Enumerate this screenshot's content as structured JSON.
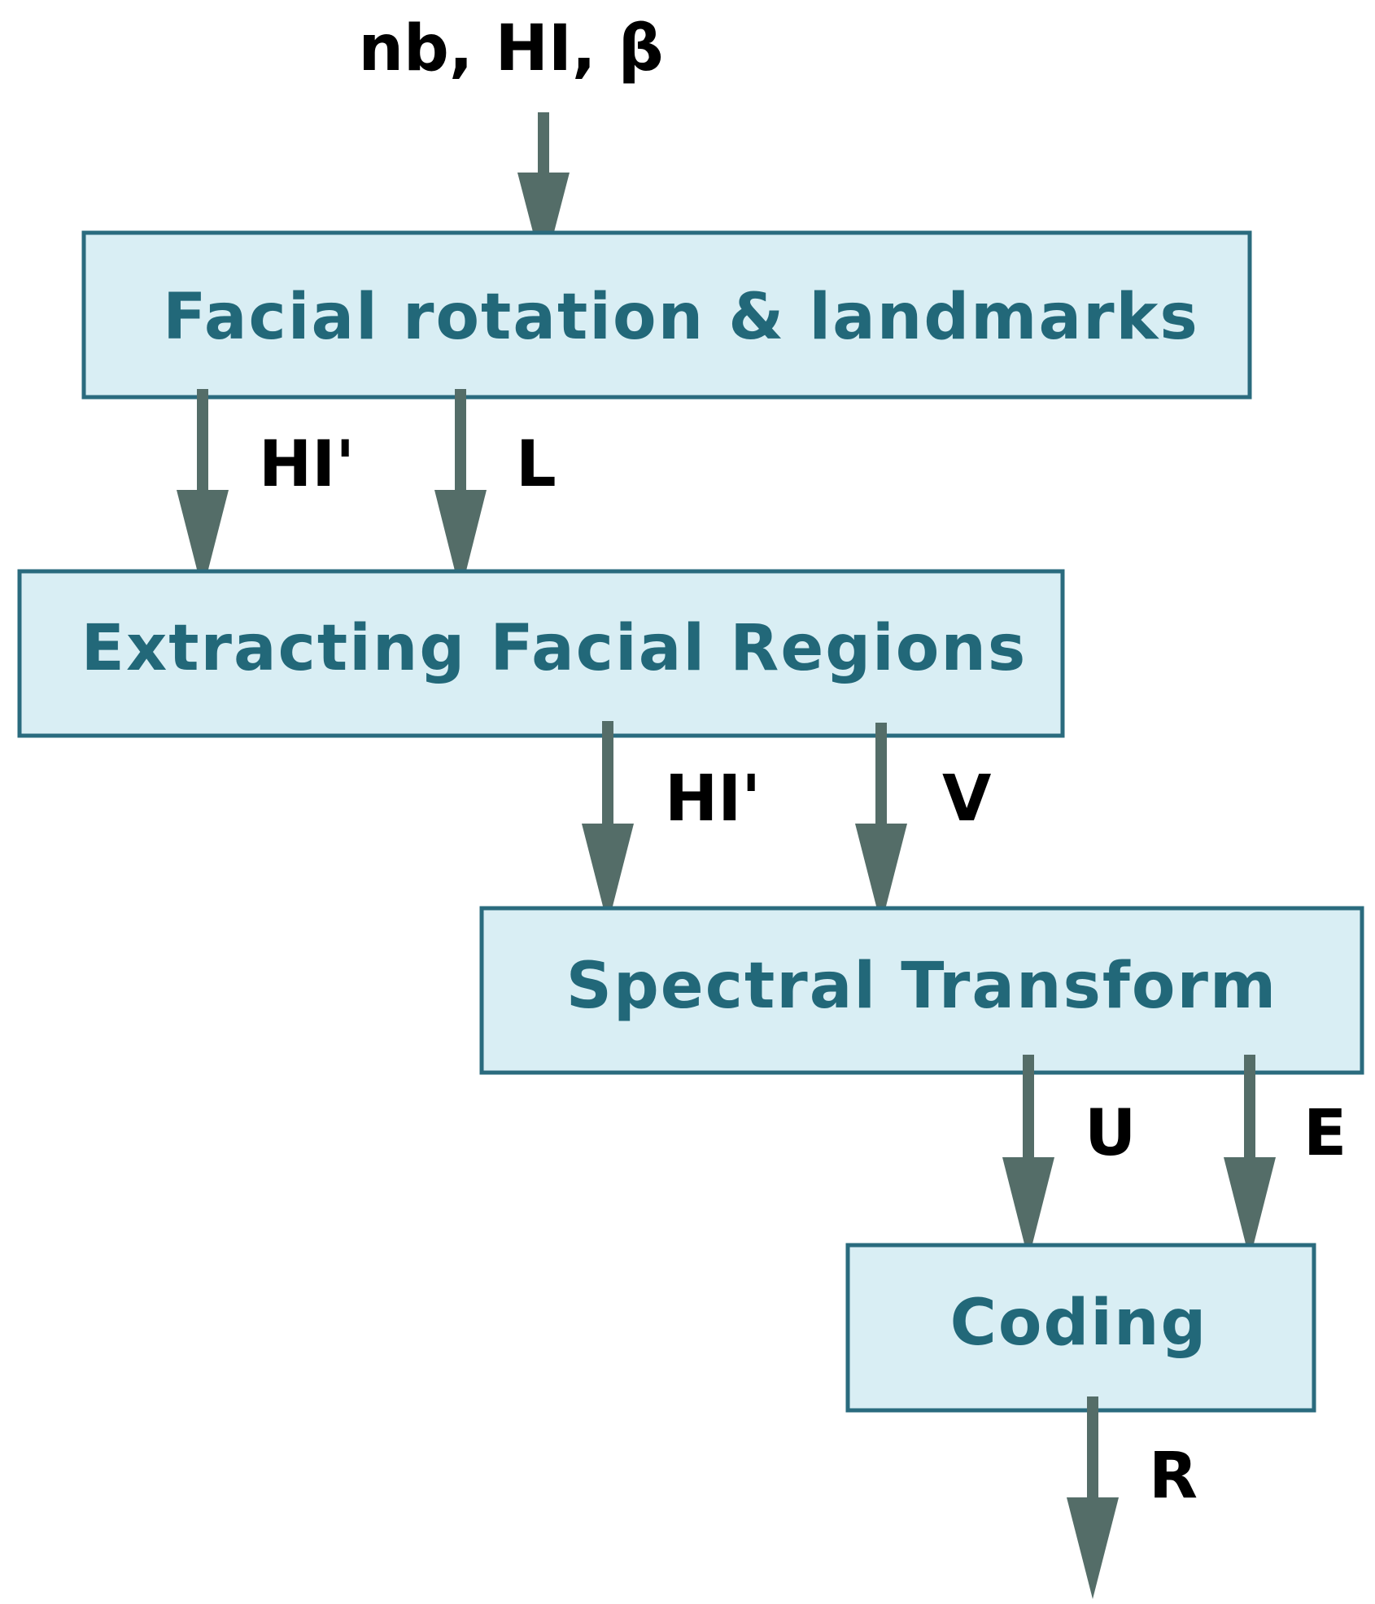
{
  "input_label": "nb, HI, β",
  "boxes": {
    "rotation": "Facial rotation & landmarks",
    "extracting": "Extracting Facial Regions",
    "spectral": "Spectral Transform",
    "coding": "Coding"
  },
  "edges": {
    "rotation_to_extract_hi": "HI'",
    "rotation_to_extract_l": "L",
    "extract_to_spectral_hi": "HI'",
    "extract_to_spectral_v": "V",
    "spectral_to_coding_u": "U",
    "spectral_to_coding_e": "E",
    "coding_output_r": "R"
  },
  "colors": {
    "box_fill": "#d9eef4",
    "box_border": "#2a6b7e",
    "box_text": "#226879",
    "arrow": "#546d68",
    "edge_text": "#000000"
  }
}
